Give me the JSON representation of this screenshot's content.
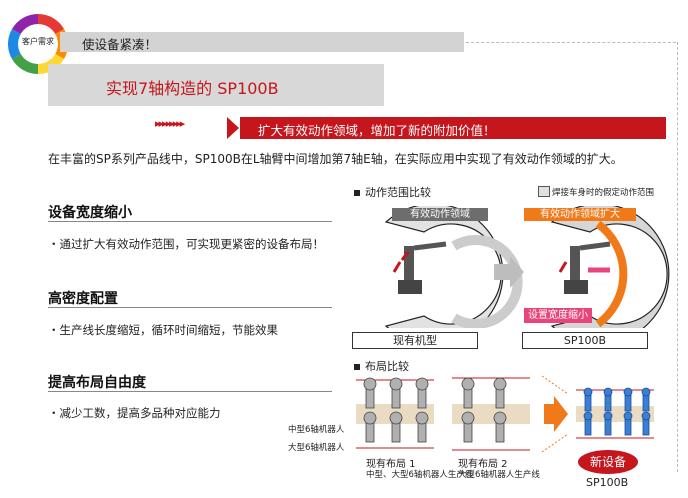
{
  "header": {
    "badge_label": "客户需求",
    "topic": "使设备紧凑！",
    "title": "实现7轴构造的 SP100B",
    "arrow_glyphs": "▸▸▸▸▸▸▸▸",
    "banner": "扩大有效动作领域，增加了新的附加价值！",
    "intro": "在丰富的SP系列产品线中，SP100B在L轴臂中间增加第7轴E轴，在实际应用中实现了有效动作领域的扩大。"
  },
  "sections": [
    {
      "title": "设备宽度缩小",
      "desc": "・通过扩大有效动作范围，可实现更紧密的设备布局！"
    },
    {
      "title": "高密度配置",
      "desc": "・生产线长度缩短，循环时间缩短，节能效果"
    },
    {
      "title": "提高布局自由度",
      "desc": "・减少工数，提高多品种对应能力"
    }
  ],
  "range_compare": {
    "heading": "动作范围比较",
    "legend": "焊接车身时的假定动作范围",
    "left_label": "有效动作领域",
    "right_label": "有效动作领域扩大",
    "shrink_label": "设置宽度缩小",
    "left_caption": "现有机型",
    "right_caption": "SP100B"
  },
  "layout_compare": {
    "heading": "布局比较",
    "label_mid": "中型6轴机器人",
    "label_large": "大型6轴机器人",
    "layout1_title": "现有布局 1",
    "layout1_sub": "中型、大型6轴机器人生产线",
    "layout2_title": "现有布局 2",
    "layout2_sub": "大型6轴机器人生产线",
    "new_label": "新设备",
    "new_model": "SP100B"
  },
  "colors": {
    "accent_red": "#c4161c",
    "orange": "#f07a1a",
    "pink": "#e8467a",
    "robot_blue": "#3a7fd5",
    "robot_grey": "#a8a8a8"
  }
}
